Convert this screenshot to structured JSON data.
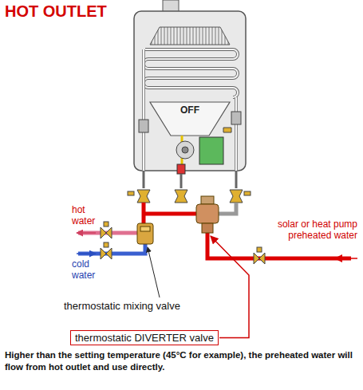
{
  "diagram": {
    "title": "HOT OUTLET",
    "caption": "Higher than the setting temperature (45°C for example), the preheated water will flow from hot outlet and use directly.",
    "nodes": [
      {
        "text": [
          "thermostatic DIVERTER valve"
        ]
      }
    ],
    "labels": [
      "OFF",
      "hot water",
      "cold water",
      "solar or heat pump preheated water",
      "thermostatic mixing valve"
    ]
  }
}
